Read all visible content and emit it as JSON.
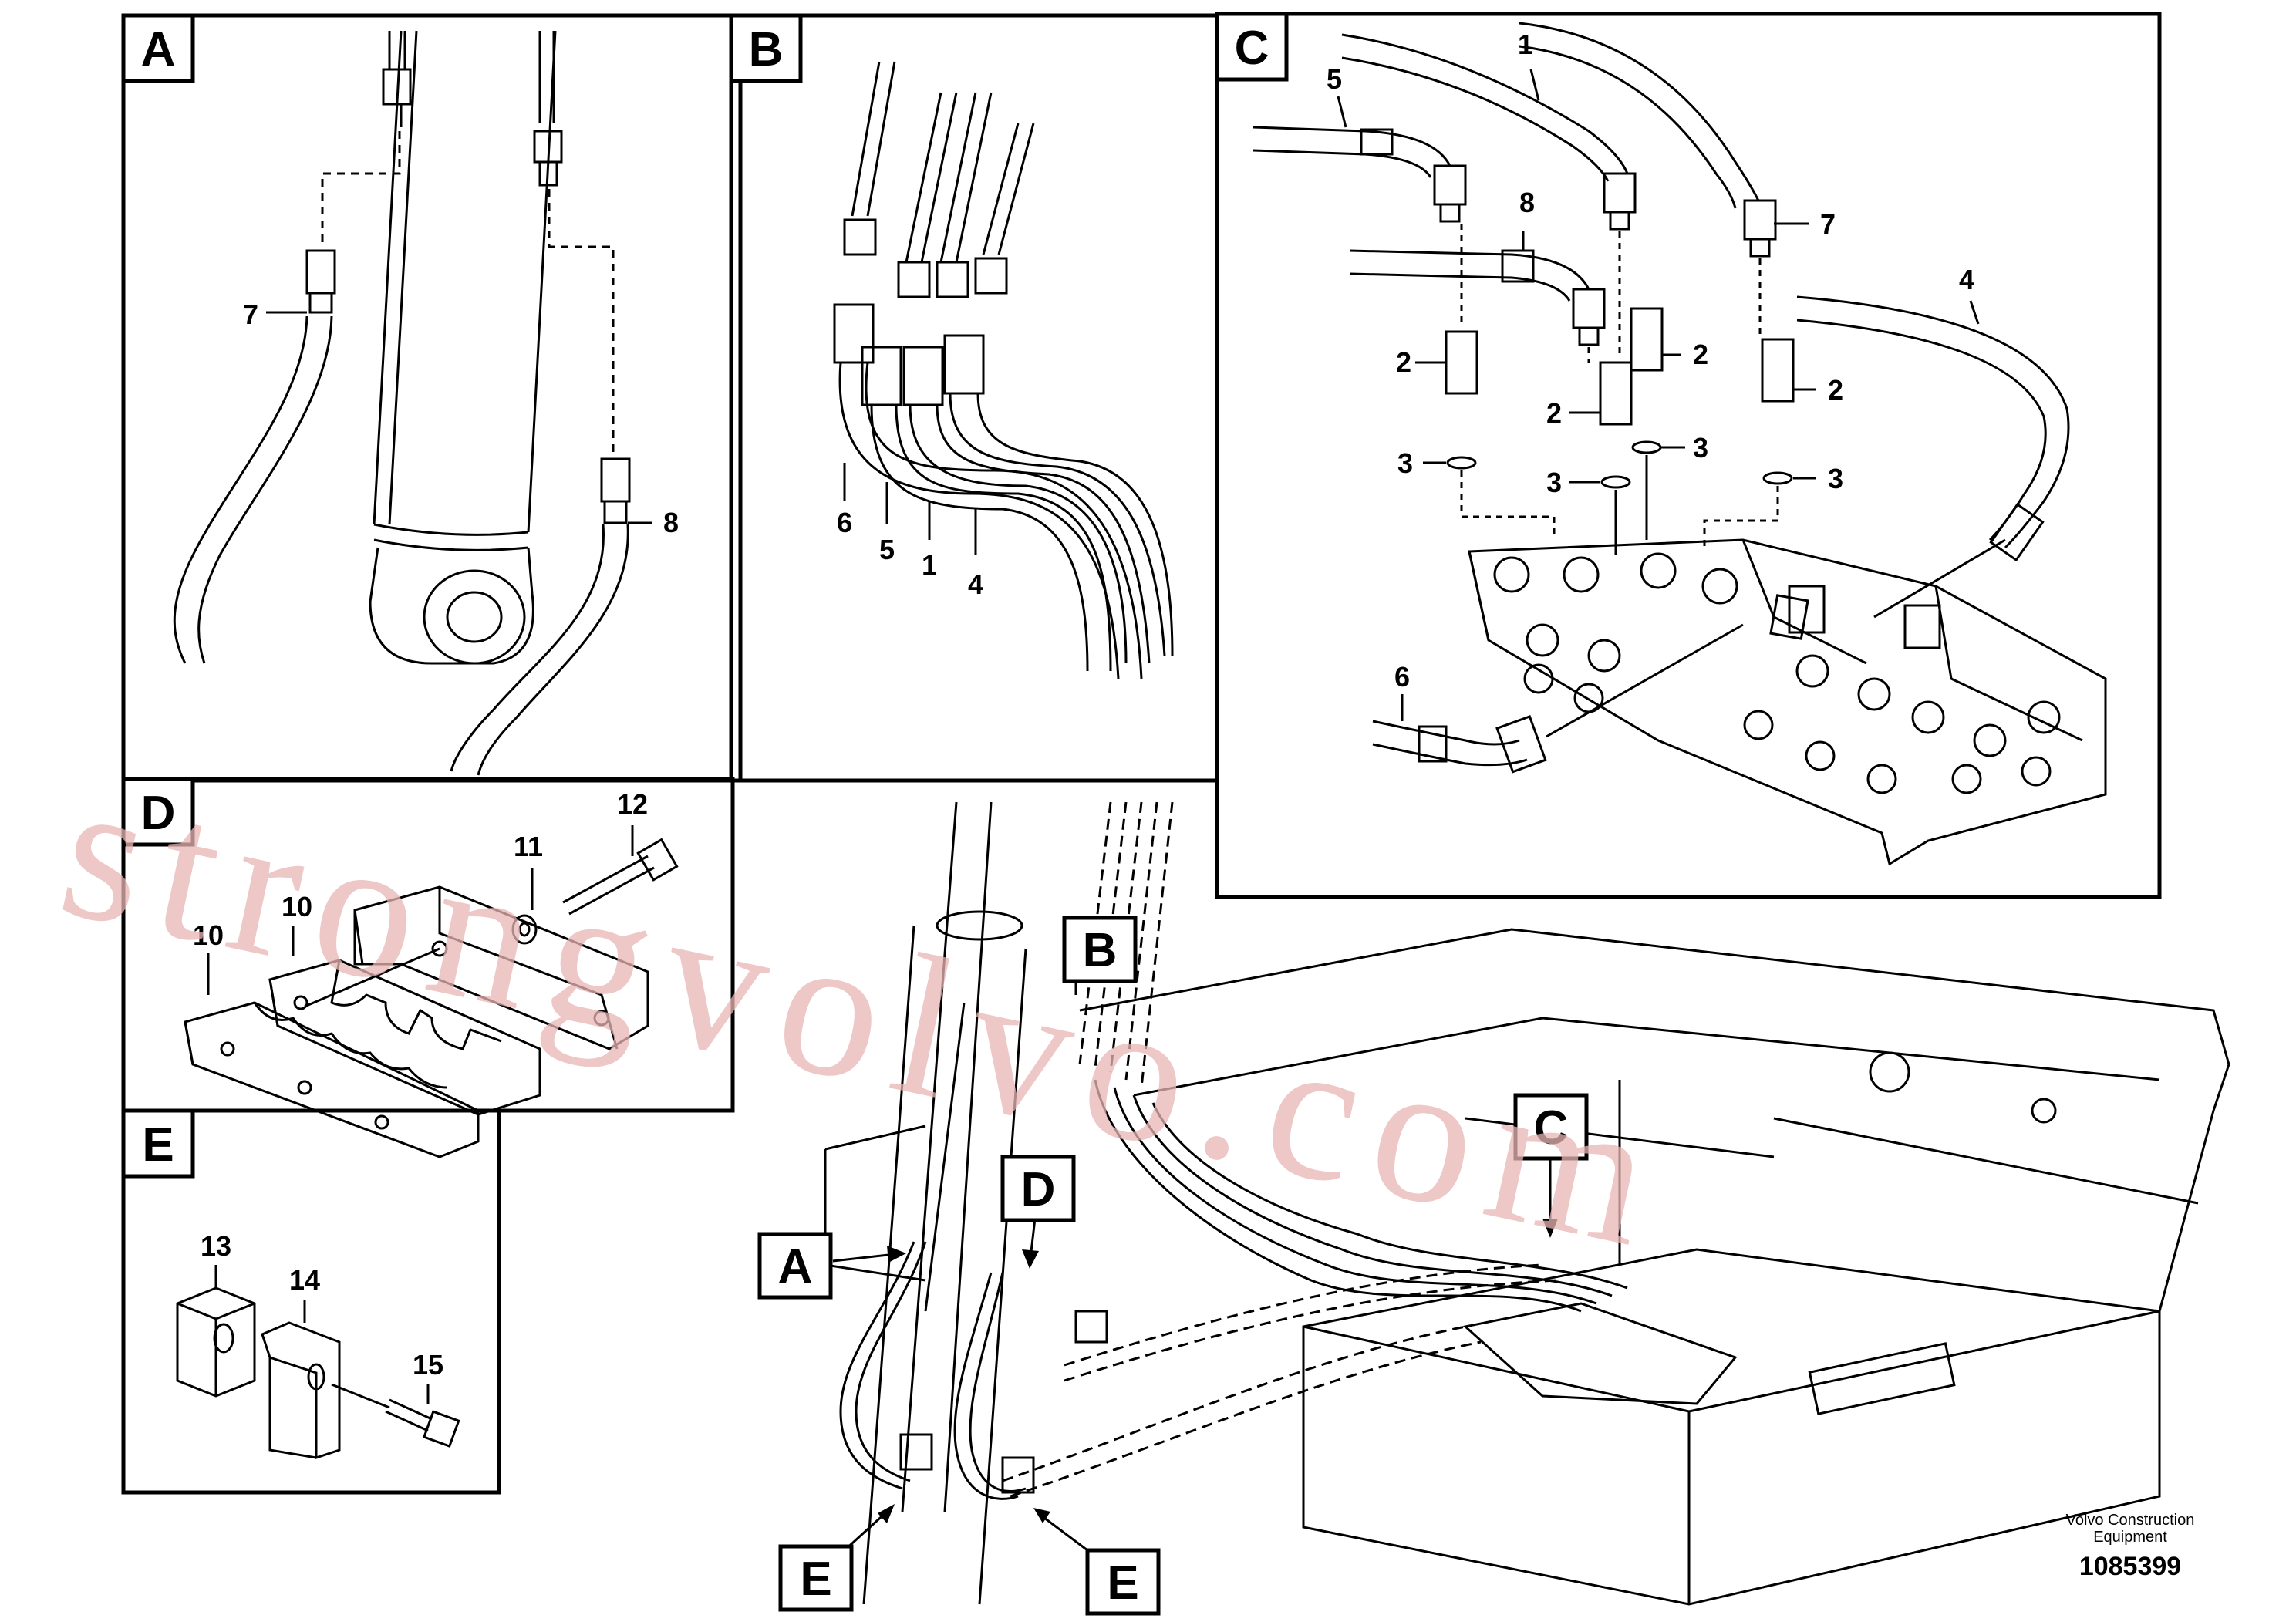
{
  "panels": [
    {
      "id": "A",
      "label": "A"
    },
    {
      "id": "B",
      "label": "B"
    },
    {
      "id": "C",
      "label": "C"
    },
    {
      "id": "D",
      "label": "D"
    },
    {
      "id": "E",
      "label": "E"
    }
  ],
  "callouts": {
    "main": {
      "A": "A",
      "B": "B",
      "C": "C",
      "D": "D",
      "E1": "E",
      "E2": "E"
    }
  },
  "part_numbers": {
    "a_7": "7",
    "a_8": "8",
    "b_6": "6",
    "b_5": "5",
    "b_1": "1",
    "b_4": "4",
    "c_1": "1",
    "c_5": "5",
    "c_8": "8",
    "c_7": "7",
    "c_4": "4",
    "c_2a": "2",
    "c_2b": "2",
    "c_2c": "2",
    "c_2d": "2",
    "c_3a": "3",
    "c_3b": "3",
    "c_3c": "3",
    "c_3d": "3",
    "c_6": "6",
    "d_12": "12",
    "d_11": "11",
    "d_10a": "10",
    "d_10b": "10",
    "e_13": "13",
    "e_14": "14",
    "e_15": "15"
  },
  "watermark": "strongvolvo.com",
  "credit": {
    "line1": "Volvo Construction",
    "line2": "Equipment",
    "number": "1085399"
  },
  "colors": {
    "line": "#000000",
    "watermark": "#e8b4b4",
    "background": "#ffffff"
  }
}
